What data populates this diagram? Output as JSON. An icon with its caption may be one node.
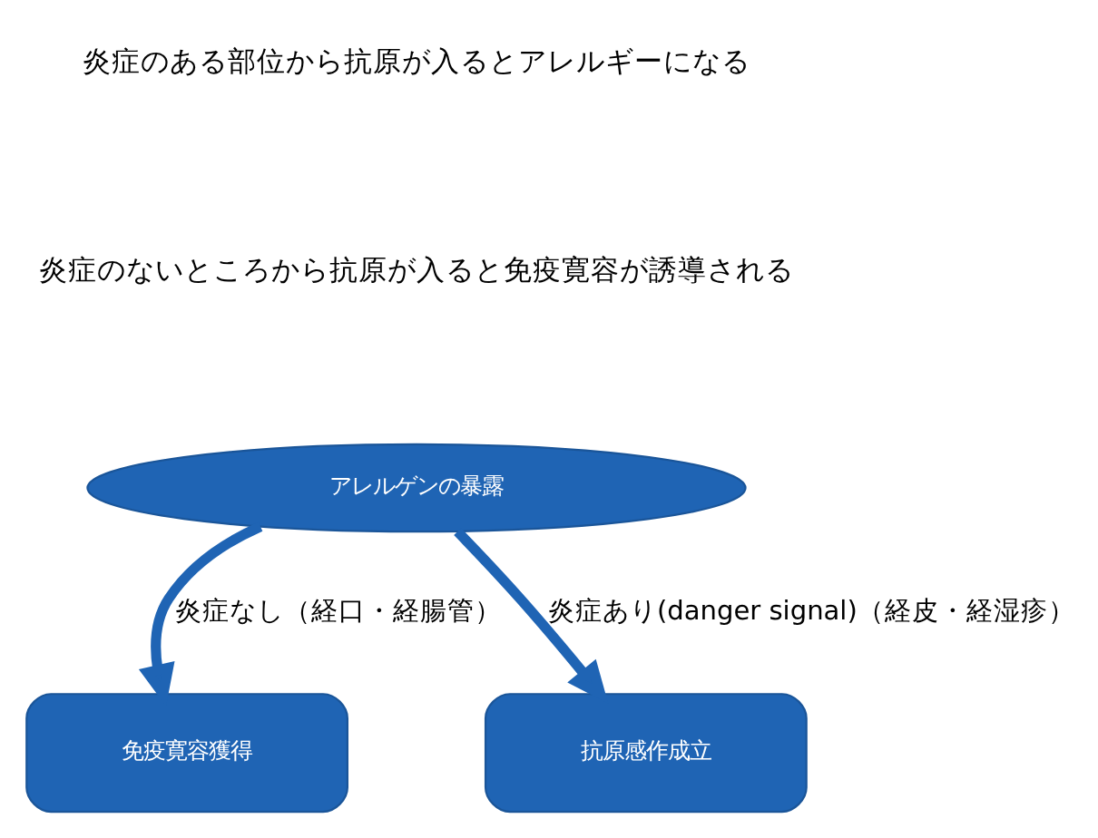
{
  "diagram": {
    "nodes": [
      {
        "text": [
          "アレルゲンの暴露"
        ]
      },
      {
        "text": [
          "免疫寛容獲得"
        ]
      },
      {
        "text": [
          "抗原感作成立"
        ]
      }
    ],
    "edges": [
      {
        "from": 0,
        "to": 1,
        "arrow": "to",
        "label": "炎症なし（経口・経腸管）"
      },
      {
        "from": 0,
        "to": 2,
        "arrow": "to",
        "label": "炎症あり(danger signal)（経皮・経湿疹）"
      }
    ],
    "labels": [
      "炎症のある部位から抗原が入るとアレルギーになる",
      "炎症のないところから抗原が入ると免疫寛容が誘導される"
    ]
  }
}
